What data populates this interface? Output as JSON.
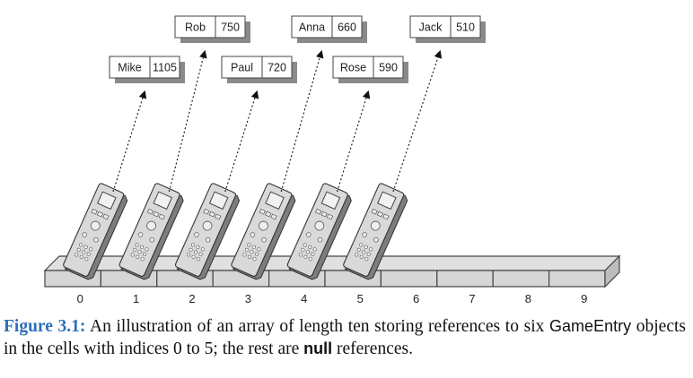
{
  "diagram": {
    "entries": [
      {
        "name": "Mike",
        "score": "1105",
        "index": 0
      },
      {
        "name": "Rob",
        "score": "750",
        "index": 1
      },
      {
        "name": "Paul",
        "score": "720",
        "index": 2
      },
      {
        "name": "Anna",
        "score": "660",
        "index": 3
      },
      {
        "name": "Rose",
        "score": "590",
        "index": 4
      },
      {
        "name": "Jack",
        "score": "510",
        "index": 5
      }
    ],
    "array_indices": [
      "0",
      "1",
      "2",
      "3",
      "4",
      "5",
      "6",
      "7",
      "8",
      "9"
    ]
  },
  "caption": {
    "label": "Figure 3.1:",
    "text_part1": " An illustration of an array of length ten storing references to six ",
    "class_name": "GameEntry",
    "text_part2": " objects in the cells with indices 0 to 5; the rest are ",
    "null_word": "null",
    "text_part3": " references."
  }
}
